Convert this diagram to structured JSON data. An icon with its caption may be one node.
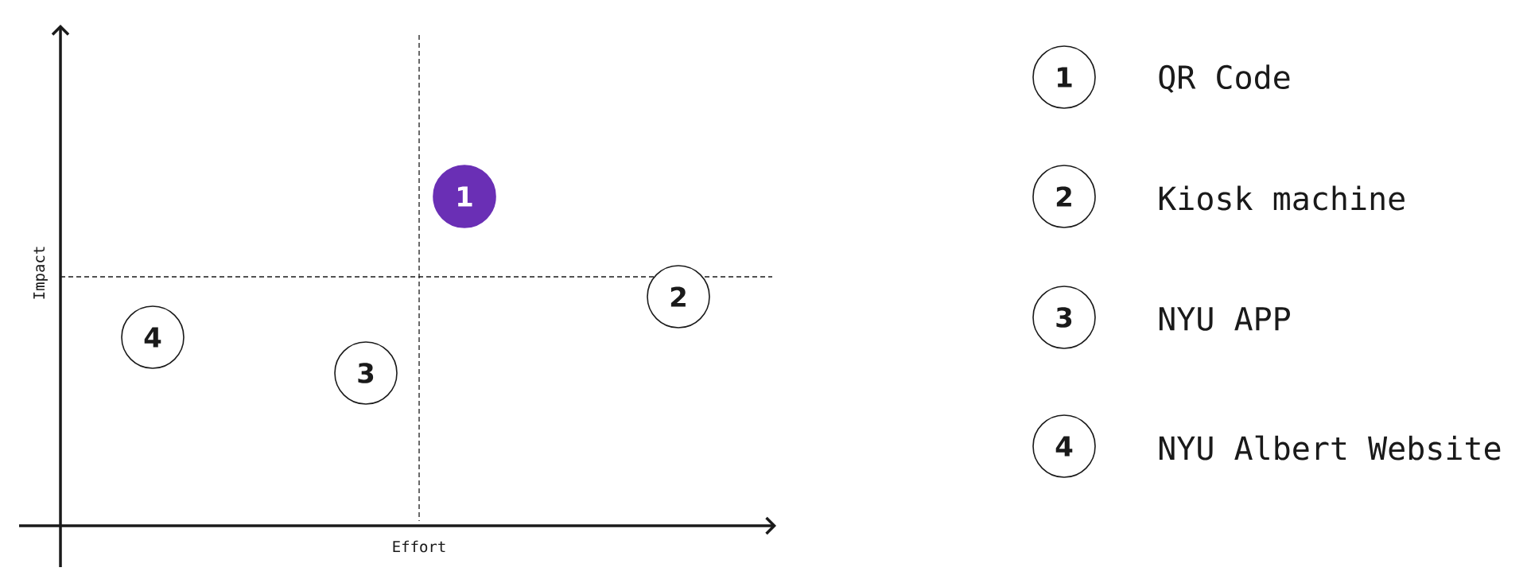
{
  "diagram": {
    "nodes": [
      {
        "text": [
          "1"
        ]
      },
      {
        "text": [
          "2"
        ]
      },
      {
        "text": [
          "4"
        ]
      },
      {
        "text": [
          "3"
        ]
      },
      {
        "text": [
          "1"
        ],
        "beside": [
          "QR Code"
        ]
      },
      {
        "text": [
          "2"
        ],
        "beside": [
          "Kiosk machine"
        ]
      },
      {
        "text": [
          "3"
        ],
        "beside": [
          "NYU APP"
        ]
      },
      {
        "text": [
          "4"
        ],
        "beside": [
          "NYU Albert Website"
        ]
      }
    ],
    "labels": [
      "Impact",
      "Effort"
    ]
  }
}
